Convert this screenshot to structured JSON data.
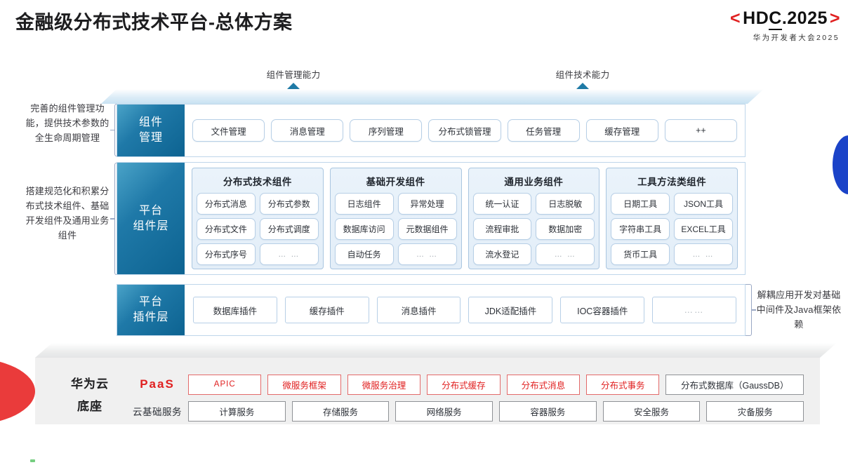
{
  "header": {
    "title": "金融级分布式技术平台-总体方案",
    "logo_bracket_left": "<",
    "logo_text_h": "HD",
    "logo_text_c": "C",
    "logo_text_rest": ".2025",
    "logo_bracket_right": ">",
    "logo_subtitle": "华为开发者大会2025"
  },
  "annotations": {
    "left_top": "完善的组件管理功能，提供技术参数的全生命周期管理",
    "left_bottom": "搭建规范化和积累分布式技术组件、基础开发组件及通用业务组件",
    "right": "解耦应用开发对基础中间件及Java框架依赖"
  },
  "arrows": [
    {
      "label": "组件管理能力"
    },
    {
      "label": "组件技术能力"
    }
  ],
  "layers": {
    "component_management": {
      "label_line1": "组件",
      "label_line2": "管理",
      "items": [
        "文件管理",
        "消息管理",
        "序列管理",
        "分布式锁管理",
        "任务管理",
        "缓存管理",
        "++"
      ]
    },
    "platform_component": {
      "label_line1": "平台",
      "label_line2": "组件层",
      "groups": [
        {
          "title": "分布式技术组件",
          "rows": [
            [
              "分布式消息",
              "分布式参数"
            ],
            [
              "分布式文件",
              "分布式调度"
            ],
            [
              "分布式序号",
              "… …"
            ]
          ]
        },
        {
          "title": "基础开发组件",
          "rows": [
            [
              "日志组件",
              "异常处理"
            ],
            [
              "数据库访问",
              "元数据组件"
            ],
            [
              "自动任务",
              "… …"
            ]
          ]
        },
        {
          "title": "通用业务组件",
          "rows": [
            [
              "统一认证",
              "日志脱敏"
            ],
            [
              "流程审批",
              "数据加密"
            ],
            [
              "流水登记",
              "… …"
            ]
          ]
        },
        {
          "title": "工具方法类组件",
          "rows": [
            [
              "日期工具",
              "JSON工具"
            ],
            [
              "字符串工具",
              "EXCEL工具"
            ],
            [
              "货币工具",
              "… …"
            ]
          ]
        }
      ]
    },
    "platform_plugin": {
      "label_line1": "平台",
      "label_line2": "插件层",
      "items": [
        "数据库插件",
        "缓存插件",
        "消息插件",
        "JDK适配插件",
        "IOC容器插件",
        "……"
      ]
    }
  },
  "cloud_base": {
    "title_line1": "华为云",
    "title_line2": "底座",
    "paas_tag": "PaaS",
    "paas_items": [
      {
        "label": "APIC",
        "style": "red-small"
      },
      {
        "label": "微服务框架",
        "style": "red"
      },
      {
        "label": "微服务治理",
        "style": "red"
      },
      {
        "label": "分布式缓存",
        "style": "red"
      },
      {
        "label": "分布式消息",
        "style": "red"
      },
      {
        "label": "分布式事务",
        "style": "red"
      },
      {
        "label": "分布式数据库（GaussDB）",
        "style": "gray-wide"
      }
    ],
    "infra_tag": "云基础服务",
    "infra_items": [
      "计算服务",
      "存储服务",
      "网络服务",
      "容器服务",
      "安全服务",
      "灾备服务"
    ]
  },
  "colors": {
    "accent_red": "#e02020",
    "accent_blue": "#1f79a8",
    "deco_blue": "#1b43c8",
    "deco_red": "#ea3b3b",
    "panel_gray": "#f0f0f0"
  }
}
